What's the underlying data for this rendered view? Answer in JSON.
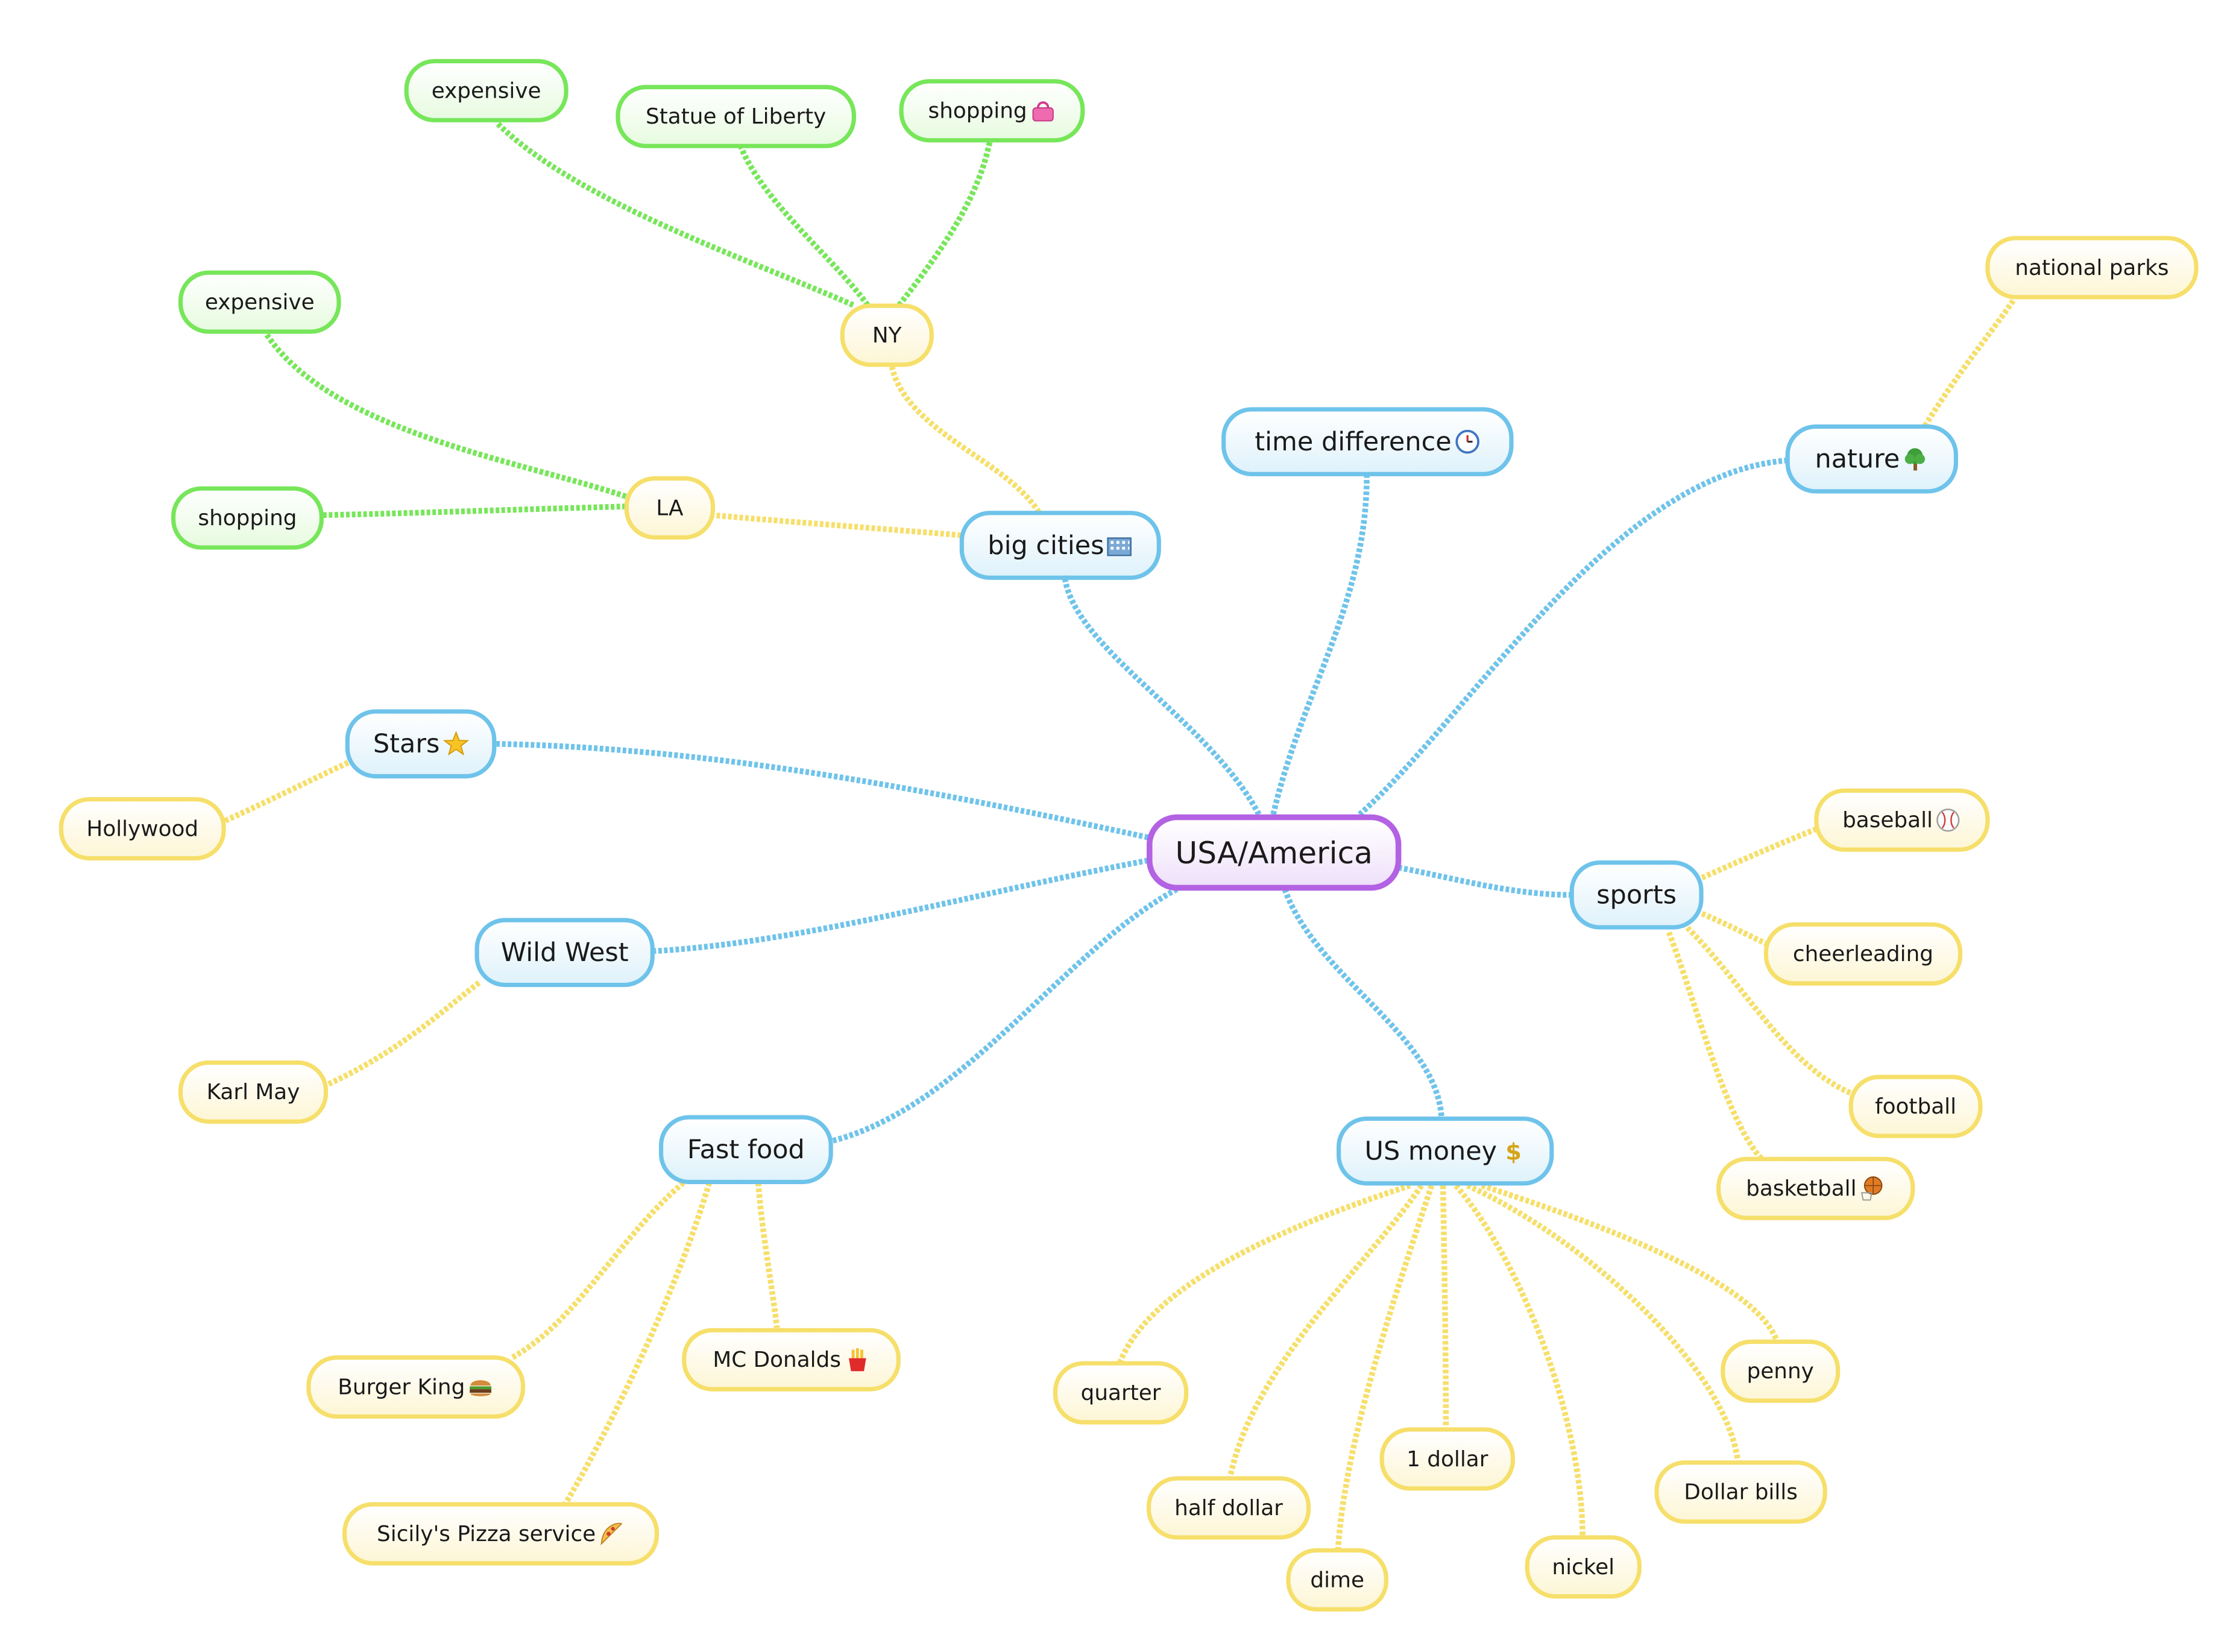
{
  "colors": {
    "root_border": "#b362e3",
    "main_border": "#6ec3ea",
    "leaf_border": "#f6df6a",
    "green_border": "#77e65a",
    "main_line": "#6ec3ea",
    "leaf_line": "#f6df6a",
    "green_line": "#77e65a"
  },
  "root": {
    "label": "USA/America"
  },
  "branches": {
    "big_cities": {
      "label": "big cities",
      "icon": "office-building-icon"
    },
    "time_difference": {
      "label": "time difference",
      "icon": "clock-icon"
    },
    "nature": {
      "label": "nature",
      "icon": "tree-icon"
    },
    "stars": {
      "label": "Stars",
      "icon": "star-icon"
    },
    "wild_west": {
      "label": "Wild West"
    },
    "sports": {
      "label": "sports"
    },
    "fast_food": {
      "label": "Fast food"
    },
    "us_money": {
      "label": "US money",
      "icon": "dollar-icon"
    }
  },
  "cities": {
    "ny": {
      "label": "NY"
    },
    "la": {
      "label": "LA"
    },
    "ny_expensive": {
      "label": "expensive"
    },
    "statue_of_liberty": {
      "label": "Statue of Liberty"
    },
    "ny_shopping": {
      "label": "shopping",
      "icon": "handbag-icon"
    },
    "la_expensive": {
      "label": "expensive"
    },
    "la_shopping": {
      "label": "shopping"
    }
  },
  "leaves": {
    "national_parks": {
      "label": "national parks"
    },
    "hollywood": {
      "label": "Hollywood"
    },
    "karl_may": {
      "label": "Karl May"
    },
    "baseball": {
      "label": "baseball",
      "icon": "baseball-icon"
    },
    "cheerleading": {
      "label": "cheerleading"
    },
    "football": {
      "label": "football"
    },
    "basketball": {
      "label": "basketball",
      "icon": "basketball-icon"
    },
    "burger_king": {
      "label": "Burger King",
      "icon": "burger-icon"
    },
    "mc_donalds": {
      "label": "MC Donalds",
      "icon": "fries-icon"
    },
    "sicilys_pizza": {
      "label": "Sicily's Pizza service",
      "icon": "pizza-icon"
    },
    "quarter": {
      "label": "quarter"
    },
    "half_dollar": {
      "label": "half dollar"
    },
    "dime": {
      "label": "dime"
    },
    "one_dollar": {
      "label": "1 dollar"
    },
    "nickel": {
      "label": "nickel"
    },
    "dollar_bills": {
      "label": "Dollar bills"
    },
    "penny": {
      "label": "penny"
    }
  }
}
